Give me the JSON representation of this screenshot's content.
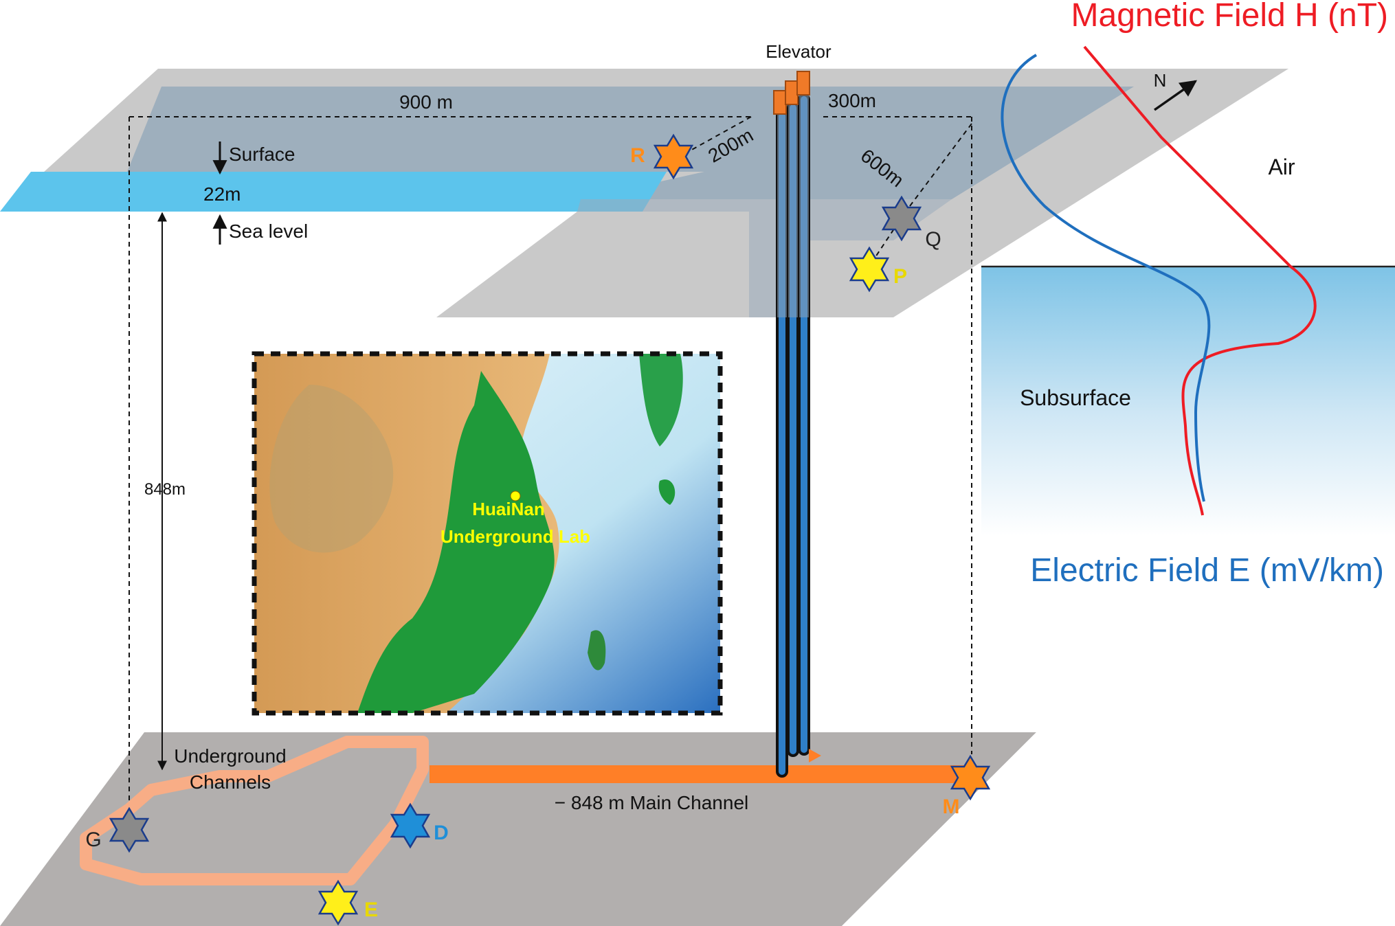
{
  "colors": {
    "surface_plane": "#c8c8c8",
    "surface_overlay": "#8fa6b8",
    "sea_band": "#5cc4ec",
    "underground_plane": "#b2afae",
    "main_channel": "#ff7f27",
    "loop_channel": "#f8ad86",
    "shaft_blue": "#2f7fc8",
    "shaft_top": "#f07a28",
    "magnetic": "#ee1c24",
    "electric": "#1f6fbe",
    "station_orange": "#ff8c1a",
    "station_yellow": "#ffef1a",
    "station_gray": "#8a8a8a",
    "station_blue": "#1f8fd8",
    "lab_label": "#ffff00"
  },
  "labels": {
    "elevator": "Elevator",
    "dist_900": "900 m",
    "dist_300": "300m",
    "dist_200": "200m",
    "dist_600": "600m",
    "surface": "Surface",
    "thickness_22": "22m",
    "sea_level": "Sea level",
    "depth_848": "848m",
    "underground_1": "Underground",
    "underground_2": "Channels",
    "main_channel": "− 848 m Main Channel",
    "air": "Air",
    "subsurface": "Subsurface",
    "north": "N",
    "magnetic_title": "Magnetic Field H (nT)",
    "electric_title": "Electric Field E (mV/km)",
    "map_label_1": "HuaiNan",
    "map_label_2": "Underground Lab"
  },
  "stations": [
    {
      "id": "R",
      "label": "R",
      "label_color": "#ff8c1a"
    },
    {
      "id": "Q",
      "label": "Q",
      "label_color": "#222222"
    },
    {
      "id": "P",
      "label": "P",
      "label_color": "#e8d800"
    },
    {
      "id": "G",
      "label": "G",
      "label_color": "#222222"
    },
    {
      "id": "D",
      "label": "D",
      "label_color": "#1f8fd8"
    },
    {
      "id": "E",
      "label": "E",
      "label_color": "#e8d800"
    },
    {
      "id": "M",
      "label": "M",
      "label_color": "#ff8c1a"
    }
  ]
}
